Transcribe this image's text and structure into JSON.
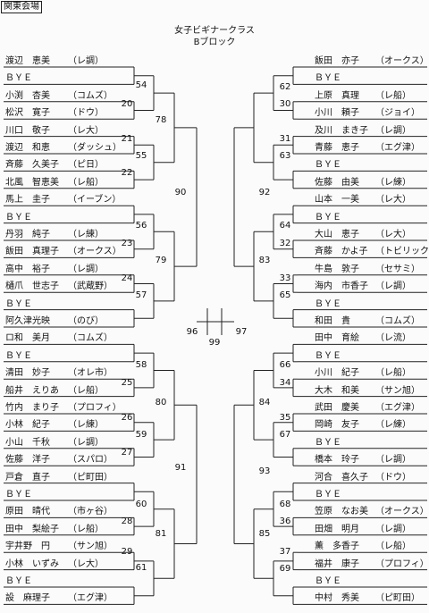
{
  "header": {
    "venue": "関東会場",
    "title": "女子ビギナークラス",
    "block": "Bブロック"
  },
  "left_entries": [
    {
      "name": "渡辺　恵美",
      "club": "（レ調）"
    },
    {
      "name": "ＢＹＥ",
      "club": ""
    },
    {
      "name": "小渕　杏美",
      "club": "（コムズ）"
    },
    {
      "name": "松沢　寛子",
      "club": "（ドウ）"
    },
    {
      "name": "川口　敬子",
      "club": "（レ大）"
    },
    {
      "name": "渡辺　和恵",
      "club": "（ダッシュ）"
    },
    {
      "name": "斉藤　久美子",
      "club": "（ピ日）"
    },
    {
      "name": "北風　智恵美",
      "club": "（レ船）"
    },
    {
      "name": "馬上　圭子",
      "club": "（イーブン）"
    },
    {
      "name": "ＢＹＥ",
      "club": ""
    },
    {
      "name": "丹羽　純子",
      "club": "（レ練）"
    },
    {
      "name": "飯田　真理子",
      "club": "（オークス）"
    },
    {
      "name": "高中　裕子",
      "club": "（レ調）"
    },
    {
      "name": "樋爪　世志子",
      "club": "（武蔵野）"
    },
    {
      "name": "ＢＹＥ",
      "club": ""
    },
    {
      "name": "阿久津光映",
      "club": "（のび）"
    },
    {
      "name": "ロ和　美月",
      "club": "（コムズ）"
    },
    {
      "name": "ＢＹＥ",
      "club": ""
    },
    {
      "name": "清田　妙子",
      "club": "（オレ市）"
    },
    {
      "name": "船井　えりあ",
      "club": "（レ船）"
    },
    {
      "name": "竹内　まり子",
      "club": "（プロフィ）"
    },
    {
      "name": "小林　紀子",
      "club": "（レ練）"
    },
    {
      "name": "小山　千秋",
      "club": "（レ調）"
    },
    {
      "name": "佐藤　洋子",
      "club": "（スパロ）"
    },
    {
      "name": "戸倉　直子",
      "club": "（ピ町田）"
    },
    {
      "name": "ＢＹＥ",
      "club": ""
    },
    {
      "name": "原田　晴代",
      "club": "（市ヶ谷）"
    },
    {
      "name": "田中　梨絵子",
      "club": "（レ船）"
    },
    {
      "name": "宇井野　円",
      "club": "（サン旭）"
    },
    {
      "name": "小林　いずみ",
      "club": "（レ大）"
    },
    {
      "name": "ＢＹＥ",
      "club": ""
    },
    {
      "name": "設　麻理子",
      "club": "（エグ津）"
    }
  ],
  "right_entries": [
    {
      "name": "飯田　亦子",
      "club": "（オークス）"
    },
    {
      "name": "ＢＹＥ",
      "club": ""
    },
    {
      "name": "上原　真理",
      "club": "（レ船）"
    },
    {
      "name": "小川　頼子",
      "club": "（ジョイ）"
    },
    {
      "name": "及川　まき子",
      "club": "（レ調）"
    },
    {
      "name": "青藤　恵子",
      "club": "（エグ津）"
    },
    {
      "name": "ＢＹＥ",
      "club": ""
    },
    {
      "name": "佐藤　由美",
      "club": "（レ練）"
    },
    {
      "name": "山本　一美",
      "club": "（レ大）"
    },
    {
      "name": "ＢＹＥ",
      "club": ""
    },
    {
      "name": "大山　恵子",
      "club": "（レ大）"
    },
    {
      "name": "斉藤　かよ子",
      "club": "（トビリック）"
    },
    {
      "name": "牛島　敦子",
      "club": "（セサミ）"
    },
    {
      "name": "海内　市香子",
      "club": "（レ調）"
    },
    {
      "name": "ＢＹＥ",
      "club": ""
    },
    {
      "name": "和田　貴",
      "club": "（コムズ）"
    },
    {
      "name": "田中　育絵",
      "club": "（レ流）"
    },
    {
      "name": "ＢＹＥ",
      "club": ""
    },
    {
      "name": "小川　紀子",
      "club": "（レ船）"
    },
    {
      "name": "大木　和美",
      "club": "（サン旭）"
    },
    {
      "name": "武田　慶美",
      "club": "（エグ津）"
    },
    {
      "name": "岡崎　友子",
      "club": "（レ練）"
    },
    {
      "name": "ＢＹＥ",
      "club": ""
    },
    {
      "name": "橋本　玲子",
      "club": "（レ調）"
    },
    {
      "name": "河合　喜久子",
      "club": "（ドウ）"
    },
    {
      "name": "ＢＹＥ",
      "club": ""
    },
    {
      "name": "笠原　なお美",
      "club": "（オークス）"
    },
    {
      "name": "田畑　明月",
      "club": "（レ調）"
    },
    {
      "name": "薫　多香子",
      "club": "（レ船）"
    },
    {
      "name": "福井　康子",
      "club": "（プロフィ）"
    },
    {
      "name": "ＢＹＥ",
      "club": ""
    },
    {
      "name": "中村　秀美",
      "club": "（ピ町田）"
    }
  ],
  "match_numbers": {
    "left_r1": [
      "54",
      "20",
      "21",
      "55",
      "22",
      "56",
      "23",
      "24",
      "57",
      "58",
      "25",
      "26",
      "59",
      "27",
      "60",
      "28",
      "29",
      "61"
    ],
    "left_r2": [
      "78",
      "79",
      "80",
      "81"
    ],
    "left_r3": [
      "90",
      "91"
    ],
    "left_r4": "96",
    "right_r1": [
      "62",
      "30",
      "31",
      "63",
      "64",
      "32",
      "33",
      "65",
      "66",
      "34",
      "35",
      "67",
      "68",
      "36",
      "37",
      "69"
    ],
    "right_r2": [
      "92",
      "83",
      "84",
      "93"
    ],
    "right_r3": [
      "85"
    ],
    "right_r4": "97",
    "final": "99"
  }
}
